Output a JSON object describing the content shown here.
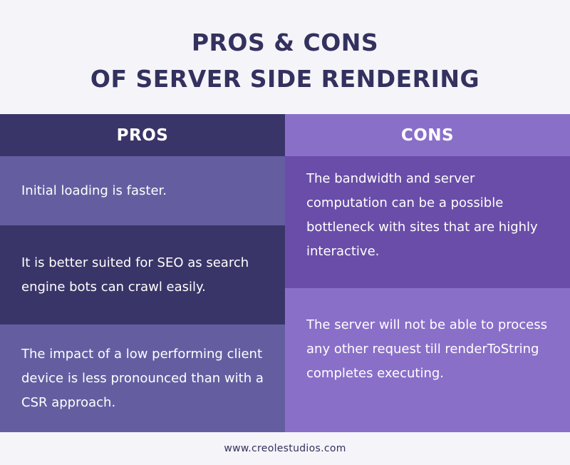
{
  "title": {
    "line1": "PROS & CONS",
    "line2": "OF SERVER SIDE RENDERING"
  },
  "pros": {
    "header": "PROS",
    "items": [
      "Initial loading is faster.",
      "It is better suited for SEO as search engine bots can crawl easily.",
      "The impact of a low performing client device is less pronounced than with a CSR approach."
    ]
  },
  "cons": {
    "header": "CONS",
    "items": [
      "The bandwidth and server computation can be a possible bottleneck with sites that are highly interactive.",
      "The server will not be able to process any other request till renderToString completes executing."
    ]
  },
  "footer": "www.creolestudios.com",
  "colors": {
    "title_text": "#33315e",
    "pros_dark": "#3a3568",
    "pros_light": "#645ea1",
    "cons_dark": "#6a4da8",
    "cons_light": "#8a6fc9",
    "background": "#f5f4f9"
  }
}
